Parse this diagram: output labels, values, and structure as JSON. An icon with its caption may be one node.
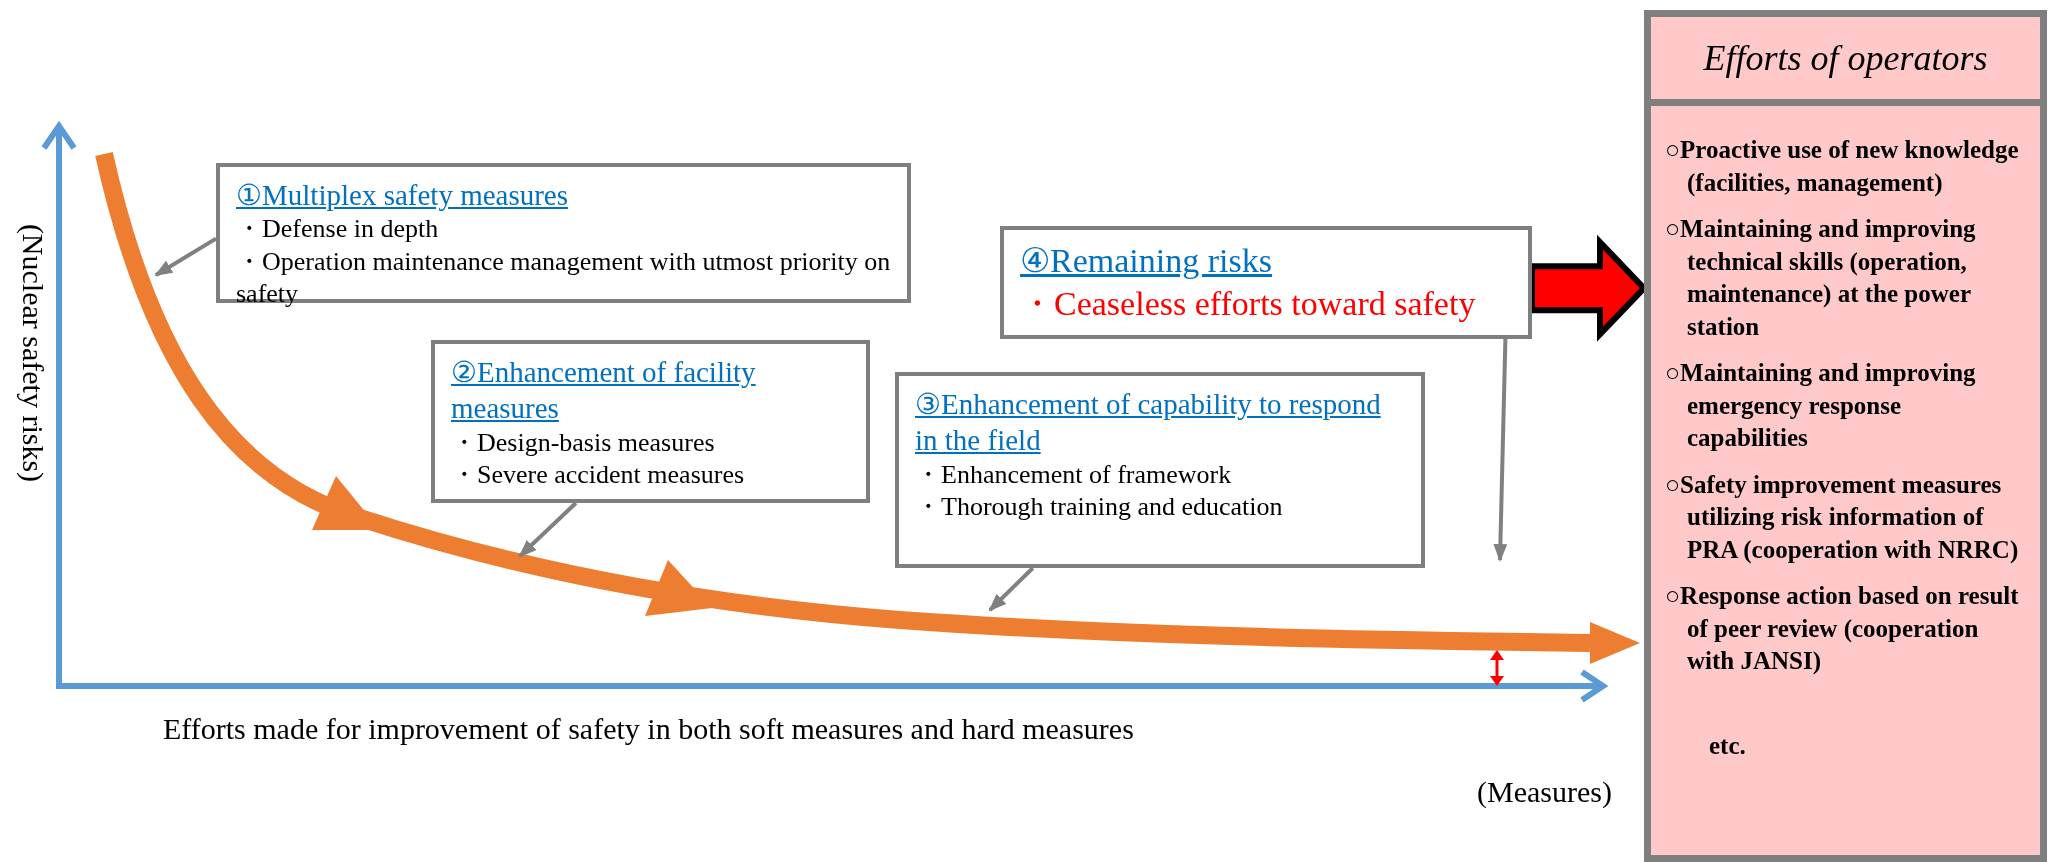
{
  "diagram": {
    "nodes": [
      {
        "text": [
          "①Multiplex safety measures",
          "・Defense in depth",
          "・Operation maintenance management with utmost priority on safety"
        ]
      },
      {
        "text": [
          "②Enhancement of facility measures",
          "・Design-basis measures",
          "・Severe accident measures"
        ]
      },
      {
        "text": [
          "③Enhancement of capability to respond in the field",
          "・Enhancement of framework",
          "・Thorough training and education"
        ]
      },
      {
        "text": [
          "④Remaining risks",
          "・Ceaseless efforts toward safety"
        ]
      },
      {
        "text": [
          "Efforts of operators",
          "○Proactive use of new knowledge (facilities, management)",
          "○Maintaining and improving technical skills (operation, maintenance) at the power station",
          "○Maintaining and improving emergency response capabilities",
          "○Safety improvement measures utilizing risk information of PRA (cooperation with NRRC)",
          "○Response action based on result of peer review (cooperation with JANSI)",
          "etc."
        ]
      }
    ],
    "edges": [
      {
        "from": 0,
        "to": null,
        "arrow": "to"
      },
      {
        "from": 1,
        "to": null,
        "arrow": "to"
      },
      {
        "from": 2,
        "to": null,
        "arrow": "to"
      },
      {
        "from": 3,
        "to": null,
        "arrow": "to"
      },
      {
        "from": 3,
        "to": 4,
        "arrow": "to",
        "style": "thick",
        "color": "#ff0000"
      }
    ],
    "labels": [
      "(Nuclear safety risks)",
      "Efforts made for improvement of safety in both soft measures and hard measures",
      "(Measures)"
    ]
  }
}
